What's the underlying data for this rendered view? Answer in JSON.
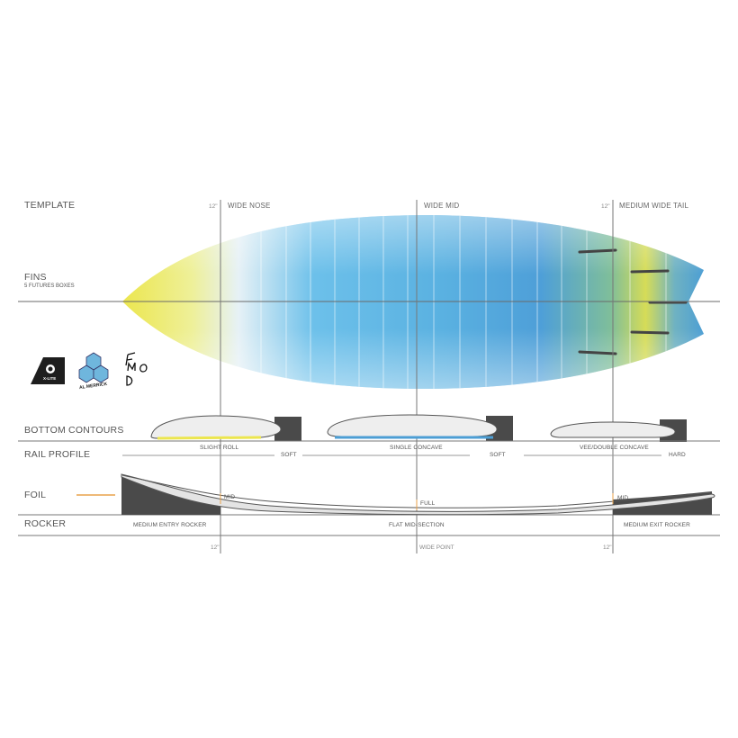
{
  "sections": {
    "template": "TEMPLATE",
    "fins": "FINS",
    "fins_sub": "5 FUTURES BOXES",
    "bottom_contours": "BOTTOM CONTOURS",
    "rail_profile": "RAIL PROFILE",
    "foil": "FOIL",
    "rocker": "ROCKER"
  },
  "template_labels": {
    "nose": "WIDE NOSE",
    "mid": "WIDE MID",
    "tail": "MEDIUM WIDE TAIL",
    "nose_inch": "12\"",
    "tail_inch": "12\""
  },
  "bottom_labels": {
    "nose": "SLIGHT ROLL",
    "mid": "SINGLE CONCAVE",
    "tail": "VEE/DOUBLE CONCAVE"
  },
  "rail_labels": {
    "a": "SOFT",
    "b": "SOFT",
    "c": "HARD"
  },
  "foil_labels": {
    "nose": "MID",
    "mid": "FULL",
    "tail": "MID"
  },
  "rocker_labels": {
    "entry": "MEDIUM ENTRY ROCKER",
    "mid": "FLAT MID-SECTION",
    "exit": "MEDIUM EXIT ROCKER"
  },
  "bottom_axis": {
    "left_inch": "12\"",
    "wide_point": "WIDE POINT",
    "right_inch": "12\""
  },
  "logos": {
    "xlite": "X-LITE",
    "merrick": "AL MERRICK",
    "fmod": "F MOD"
  },
  "colors": {
    "board_yellow": "#e9e24a",
    "board_blue": "#4ea8dc",
    "board_pale": "#e9f1f6",
    "foil_orange": "#e8a24a",
    "dark": "#3a3a3a"
  }
}
